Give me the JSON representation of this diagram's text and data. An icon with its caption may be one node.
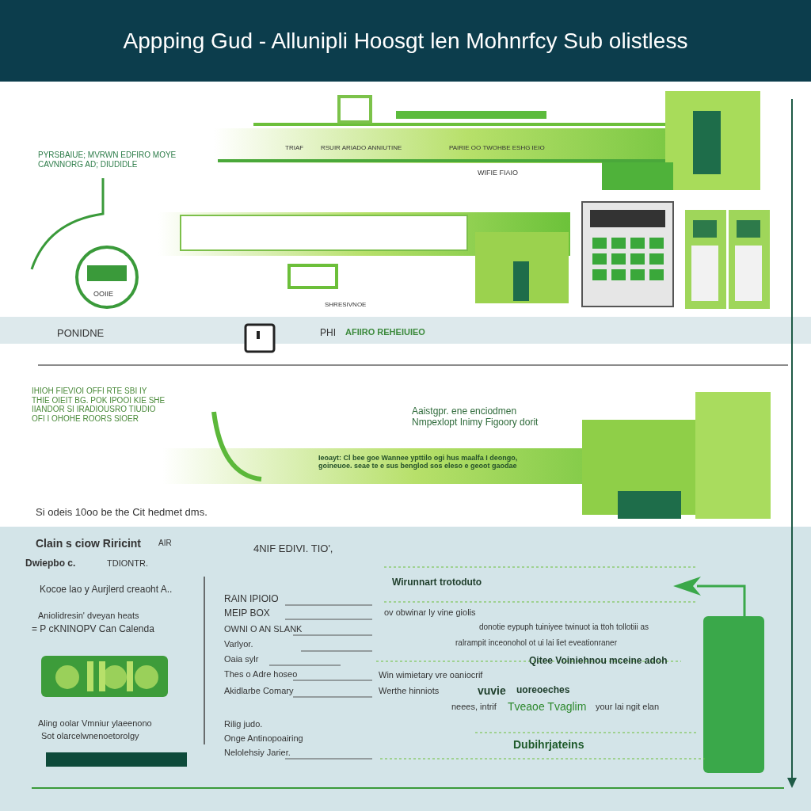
{
  "diagram": {
    "title": "Appping Gud - Allunipli Hoosgt len Mohnrfcy Sub olistless",
    "labels": [
      "PYRSBAIUE; MVRWN EDFIRO MOYE CAVNNORG AD; DIUDIDLE",
      "TRIAF",
      "RSUIR ARIADO ANNIUTINE",
      "PAIRIE OO TWOHBE ESHG IEIO",
      "WIFIE FIAIO",
      "OOIIE",
      "SHRESIVNOE",
      "PONIDNE",
      "PHI",
      "AFIIRO REHEIUIEO",
      "IHIOH FIEVIOI OFFI RTE SBI IY THIE OIEIT BG. POK IPOOI KIE SHE IIANDOR SI IRADIOUSRO TIUDIO OFI I OHOHE ROORS SIOER",
      "Aaistgpr. ene enciodmen Nmpexlopt Inimy Figoory dorit",
      "Ieoayt: Cl bee goe Wannee ypttilo ogi hus maalfa I deongo, goineuoe. seae te e sus benglod sos eleso e geoot gaodae",
      "Si odeis 10oo be the Cit hedmet dms.",
      "Clain s ciow Riricint",
      "AIR",
      "4NIF EDIVI. TIO',",
      "Dwiepbo c.",
      "TDIONTR.",
      "Kocoe lao y Aurjlerd creaoht A..",
      "Aniolidresin' dveyan heats",
      "= P cKNINOPV Can Calenda",
      "Aling oolar Vmniur ylaeenono",
      "Sot olarcelwnenoetorolgy",
      "RAIN IPIOIO",
      "MEIP BOX",
      "OWNI O AN SLANK",
      "Varlyor.",
      "Oaia sylr",
      "Thes o Adre hoseo",
      "Akidlarbe Comary",
      "Rilig judo.",
      "Onge Antinopoairing",
      "Nelolehsiy Jarier.",
      "Wirunnart trotoduto",
      "ov obwinar ly vine giolis",
      "donotie eypuph tuiniyee twinuot ia ttoh tollotiii as",
      "ralrampit inceonohol ot ui lai liet eveationraner",
      "Qitee Voiniehnou mceine adoh",
      "Win wimietary vre oaniocrif",
      "Werthe hinniots",
      "vuvie",
      "uoreoeches",
      "neees, intrif",
      "Tveaoe Tvaglim",
      "your lai ngit elan",
      "Dubihrjateins"
    ]
  }
}
